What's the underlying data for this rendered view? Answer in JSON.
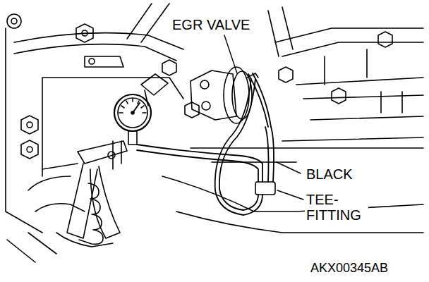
{
  "diagram": {
    "labels": [
      "EGR VALVE",
      "BLACK",
      "TEE- FITTING",
      "AKX00345AB"
    ]
  }
}
